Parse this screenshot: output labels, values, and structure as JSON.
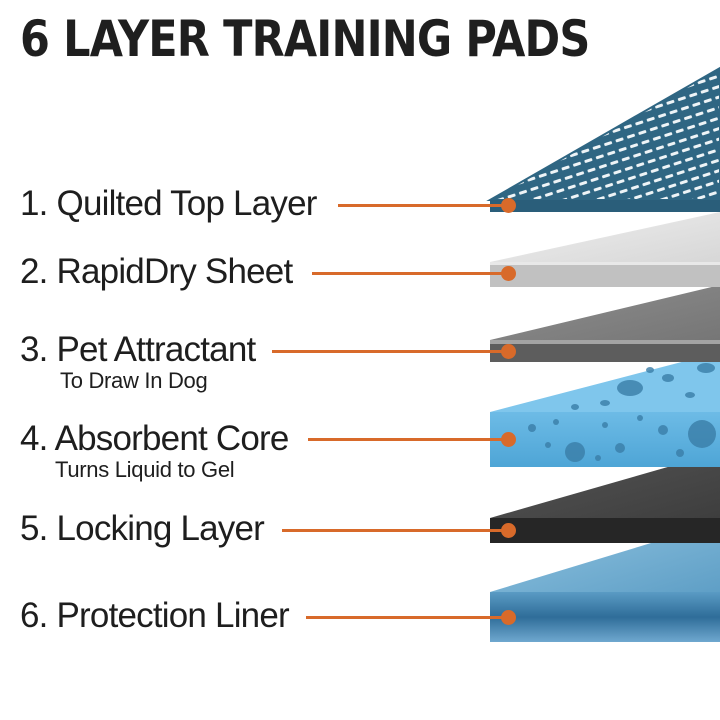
{
  "title": "6 LAYER TRAINING PADS",
  "accent_color": "#d86a2a",
  "layers": [
    {
      "label": "1. Quilted Top Layer",
      "sublabel": ""
    },
    {
      "label": "2. RapidDry Sheet",
      "sublabel": ""
    },
    {
      "label": "3. Pet Attractant",
      "sublabel": "To Draw In Dog"
    },
    {
      "label": "4. Absorbent Core",
      "sublabel": "Turns Liquid to Gel"
    },
    {
      "label": "5. Locking Layer",
      "sublabel": ""
    },
    {
      "label": "6. Protection Liner",
      "sublabel": ""
    }
  ]
}
